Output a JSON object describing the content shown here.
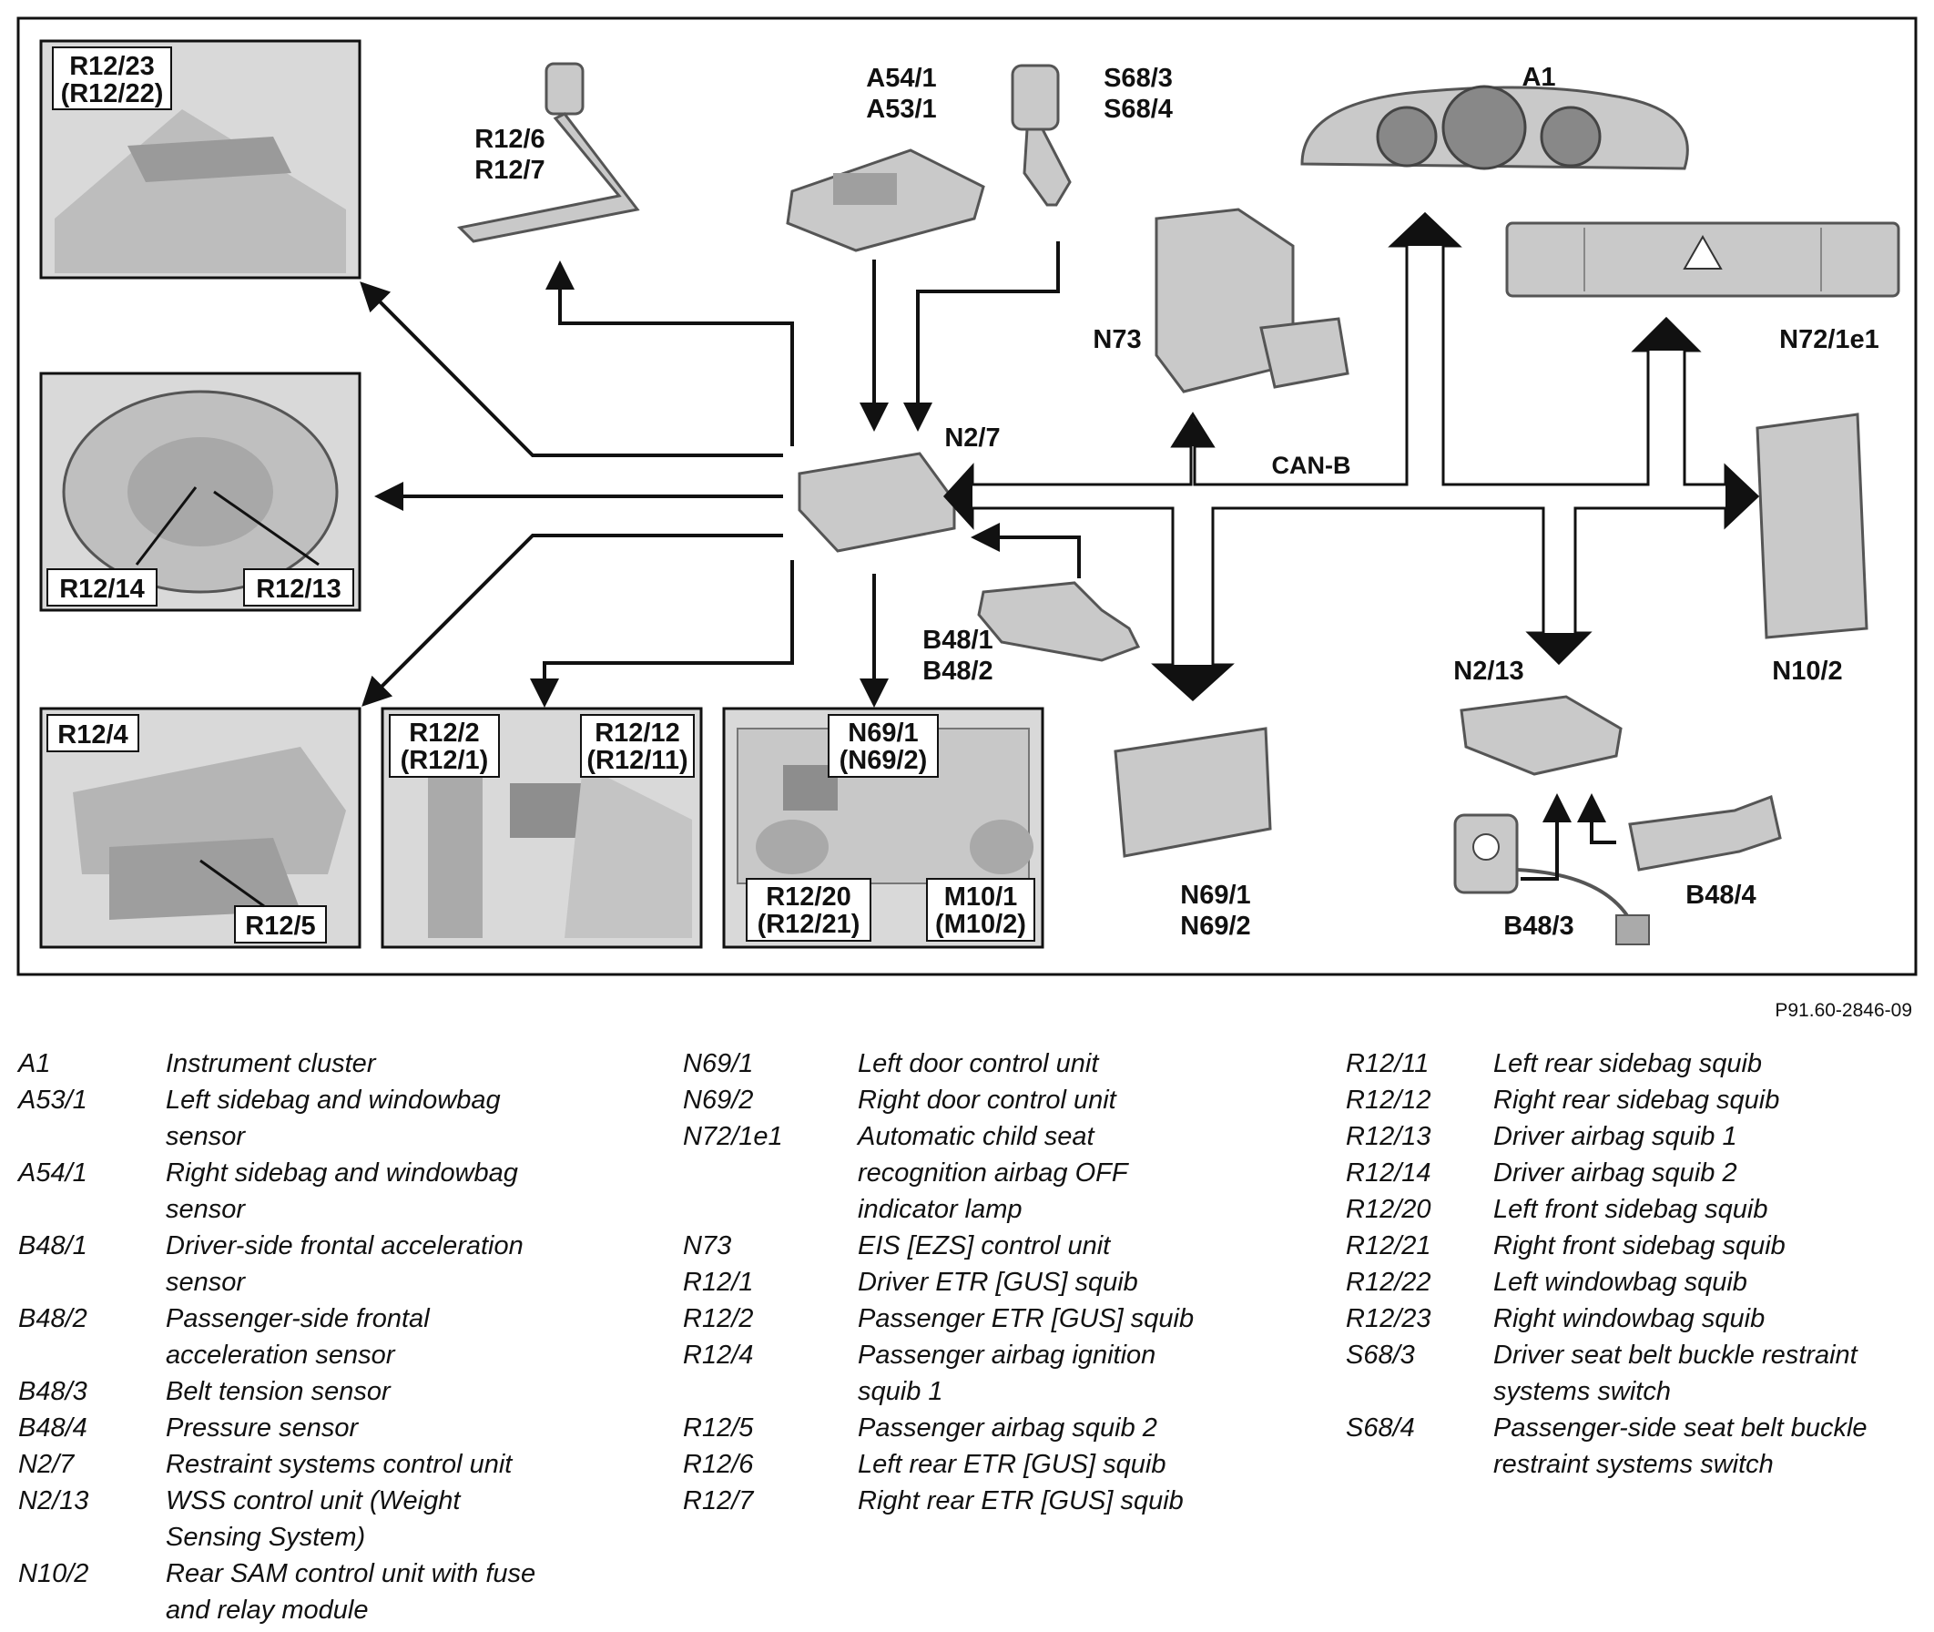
{
  "figure_ref": "P91.60-2846-09",
  "bus_label": "CAN-B",
  "labels": {
    "r12_23_22": [
      "R12/23",
      "(R12/22)"
    ],
    "r12_14": "R12/14",
    "r12_13": "R12/13",
    "r12_4": "R12/4",
    "r12_5": "R12/5",
    "r12_2_1": [
      "R12/2",
      "(R12/1)"
    ],
    "r12_12_11": [
      "R12/12",
      "(R12/11)"
    ],
    "n69_1_2_box": [
      "N69/1",
      "(N69/2)"
    ],
    "r12_20_21": [
      "R12/20",
      "(R12/21)"
    ],
    "m10_1_2": [
      "M10/1",
      "(M10/2)"
    ],
    "r12_6_7": [
      "R12/6",
      "R12/7"
    ],
    "a54_a53": [
      "A54/1",
      "A53/1"
    ],
    "s68": [
      "S68/3",
      "S68/4"
    ],
    "a1": "A1",
    "n73": "N73",
    "n72": "N72/1e1",
    "n2_7": "N2/7",
    "b48_1_2": [
      "B48/1",
      "B48/2"
    ],
    "n69_1_2": [
      "N69/1",
      "N69/2"
    ],
    "n2_13": "N2/13",
    "n10_2": "N10/2",
    "b48_3": "B48/3",
    "b48_4": "B48/4"
  },
  "legend": {
    "col1": [
      {
        "code": "A1",
        "lines": [
          "Instrument cluster"
        ]
      },
      {
        "code": "A53/1",
        "lines": [
          "Left sidebag and windowbag",
          "sensor"
        ]
      },
      {
        "code": "A54/1",
        "lines": [
          "Right sidebag and windowbag",
          "sensor"
        ]
      },
      {
        "code": "B48/1",
        "lines": [
          "Driver-side frontal acceleration",
          "sensor"
        ]
      },
      {
        "code": "B48/2",
        "lines": [
          "Passenger-side frontal",
          "acceleration sensor"
        ]
      },
      {
        "code": "B48/3",
        "lines": [
          "Belt tension sensor"
        ]
      },
      {
        "code": "B48/4",
        "lines": [
          "Pressure sensor"
        ]
      },
      {
        "code": "N2/7",
        "lines": [
          "Restraint systems control unit"
        ]
      },
      {
        "code": "N2/13",
        "lines": [
          "WSS control unit (Weight",
          "Sensing System)"
        ]
      },
      {
        "code": "N10/2",
        "lines": [
          "Rear SAM control unit with fuse",
          "and relay module"
        ]
      }
    ],
    "col2": [
      {
        "code": "N69/1",
        "lines": [
          "Left door control unit"
        ]
      },
      {
        "code": "N69/2",
        "lines": [
          "Right door control unit"
        ]
      },
      {
        "code": "N72/1e1",
        "lines": [
          "Automatic child seat",
          "recognition airbag OFF",
          "indicator lamp"
        ]
      },
      {
        "code": "N73",
        "lines": [
          "EIS [EZS] control unit"
        ]
      },
      {
        "code": "R12/1",
        "lines": [
          "Driver ETR [GUS] squib"
        ]
      },
      {
        "code": "R12/2",
        "lines": [
          "Passenger ETR [GUS] squib"
        ]
      },
      {
        "code": "R12/4",
        "lines": [
          "Passenger airbag ignition",
          "squib 1"
        ]
      },
      {
        "code": "R12/5",
        "lines": [
          "Passenger airbag squib 2"
        ]
      },
      {
        "code": "R12/6",
        "lines": [
          "Left rear ETR [GUS] squib"
        ]
      },
      {
        "code": "R12/7",
        "lines": [
          "Right rear ETR [GUS] squib"
        ]
      }
    ],
    "col3": [
      {
        "code": "R12/11",
        "lines": [
          "Left rear sidebag squib"
        ]
      },
      {
        "code": "R12/12",
        "lines": [
          "Right rear sidebag squib"
        ]
      },
      {
        "code": "R12/13",
        "lines": [
          "Driver airbag squib 1"
        ]
      },
      {
        "code": "R12/14",
        "lines": [
          "Driver airbag squib 2"
        ]
      },
      {
        "code": "R12/20",
        "lines": [
          "Left front sidebag squib"
        ]
      },
      {
        "code": "R12/21",
        "lines": [
          "Right front sidebag squib"
        ]
      },
      {
        "code": "R12/22",
        "lines": [
          "Left windowbag squib"
        ]
      },
      {
        "code": "R12/23",
        "lines": [
          "Right windowbag squib"
        ]
      },
      {
        "code": "S68/3",
        "lines": [
          "Driver seat belt buckle restraint",
          "systems switch"
        ]
      },
      {
        "code": "S68/4",
        "lines": [
          "Passenger-side seat belt buckle",
          "restraint systems switch"
        ]
      }
    ]
  }
}
